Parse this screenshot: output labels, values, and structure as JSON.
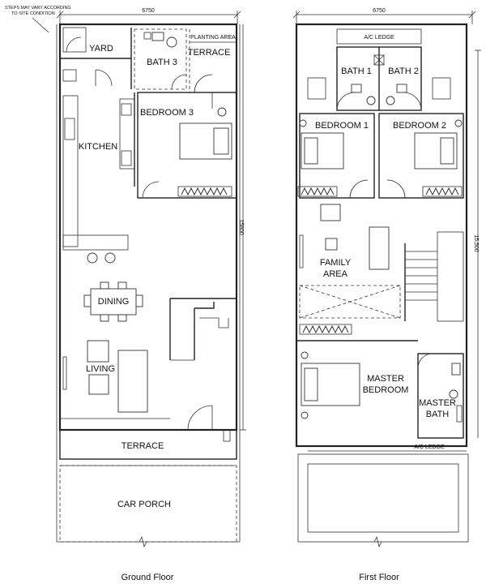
{
  "ground_floor": {
    "caption": "Ground Floor",
    "width_dim": "6750",
    "depth_dim": "15800",
    "note_line1": "STEPS MAY VARY ACCORDING",
    "note_line2": "TO SITE CONDITION",
    "rooms": {
      "yard": "YARD",
      "bath3": "BATH 3",
      "planting_area": "PLANTING AREA",
      "terrace_top": "TERRACE",
      "bedroom3": "BEDROOM 3",
      "kitchen": "KITCHEN",
      "dining": "DINING",
      "living": "LIVING",
      "terrace_front": "TERRACE",
      "car_porch": "CAR PORCH"
    }
  },
  "first_floor": {
    "caption": "First Floor",
    "width_dim": "6750",
    "depth_dim": "15,500",
    "rooms": {
      "ac_ledge_top": "A/C LEDGE",
      "bath1": "BATH 1",
      "bath2": "BATH 2",
      "bedroom1": "BEDROOM 1",
      "bedroom2": "BEDROOM 2",
      "family_area_line1": "FAMILY",
      "family_area_line2": "AREA",
      "master_bedroom_line1": "MASTER",
      "master_bedroom_line2": "BEDROOM",
      "master_bath_line1": "MASTER",
      "master_bath_line2": "BATH",
      "ac_ledge_bottom": "A/C LEDGE"
    }
  }
}
